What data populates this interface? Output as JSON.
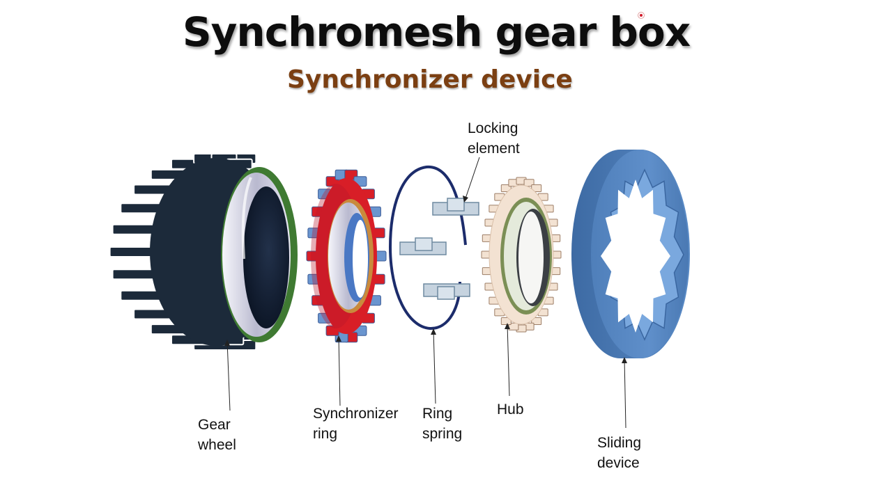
{
  "title": "Synchromesh gear box",
  "subtitle": "Synchronizer device",
  "labels": {
    "gear_wheel": [
      "Gear",
      "wheel"
    ],
    "synchronizer_ring": [
      "Synchronizer",
      "ring"
    ],
    "ring_spring": [
      "Ring",
      "spring"
    ],
    "hub": [
      "Hub"
    ],
    "sliding_device": [
      "Sliding",
      "device"
    ],
    "locking_element": [
      "Locking",
      "element"
    ]
  },
  "colors": {
    "title": "#0d0d0d",
    "subtitle": "#7b3f12",
    "gear_teeth": "#1c2a3a",
    "gear_inner_green": "#3f7a32",
    "sync_red": "#d81e27",
    "sync_blue": "#6a95cf",
    "sync_orange": "#c98a3c",
    "ring_spring": "#1c2c6b",
    "locking_element": "#c6d3df",
    "hub_cream": "#f3e2d2",
    "hub_green": "#7b8f55",
    "sliding_blue": "#5585bf",
    "sliding_inner": "#79a7dc"
  }
}
